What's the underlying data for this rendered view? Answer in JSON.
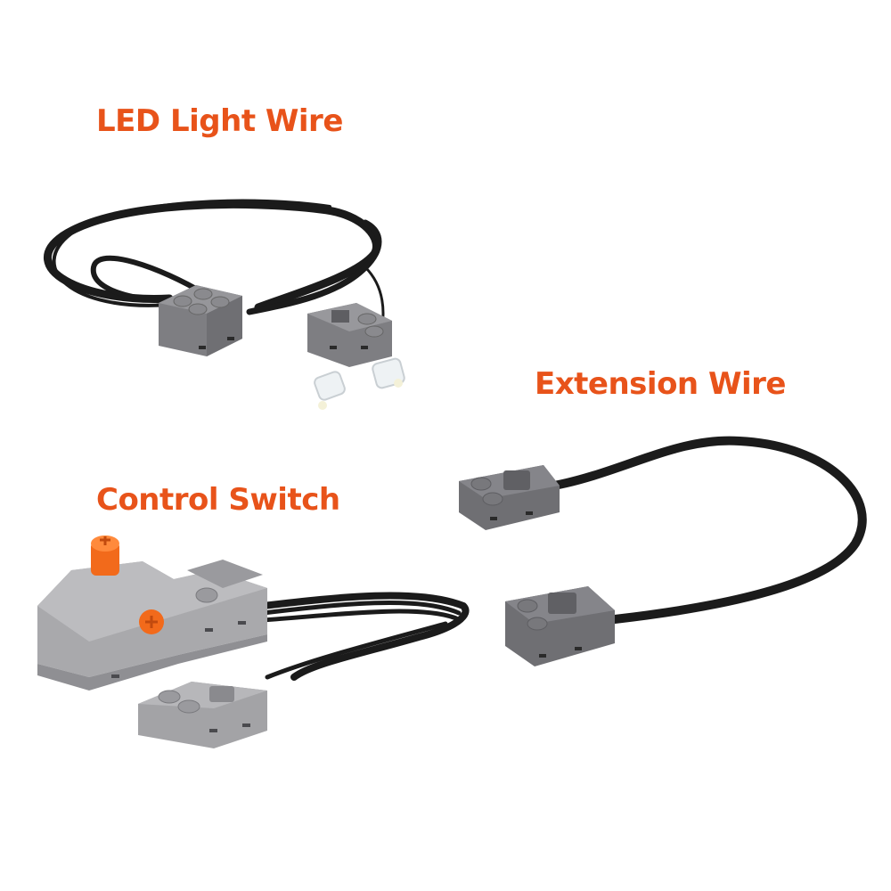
{
  "labels": {
    "led_light_wire": "LED Light Wire",
    "extension_wire": "Extension Wire",
    "control_switch": "Control Switch"
  },
  "colors": {
    "label_orange": "#e8531a",
    "brick_gray": "#8c8c8f",
    "switch_gray": "#a9a9ac",
    "wire_black": "#1b1b1b",
    "knob_orange": "#f26a1b",
    "background": "#ffffff"
  },
  "components": [
    {
      "name": "LED Light Wire",
      "parts": [
        "2x2 brick connector",
        "plug connector",
        "2 clear LED lamps",
        "black ribbon wire"
      ]
    },
    {
      "name": "Extension Wire",
      "parts": [
        "2 plug connectors",
        "black flat wire"
      ]
    },
    {
      "name": "Control Switch",
      "parts": [
        "switch body with orange axle knob",
        "plug connector",
        "black ribbon wire"
      ]
    }
  ]
}
